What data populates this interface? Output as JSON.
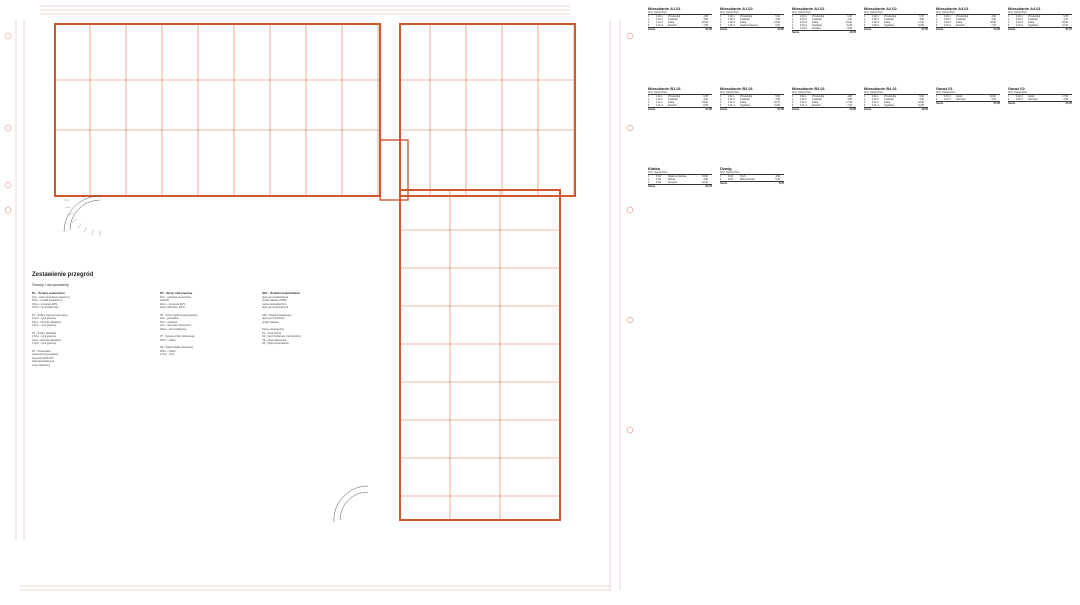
{
  "plan": {
    "legend_title": "Zestawienie przegród",
    "legend_subtitle": "Ściany i stropodachy",
    "legend_columns": [
      {
        "heading": "P1 - Ściany zewnętrzne",
        "lines": [
          "2cm - tynk cementowo-wapienny",
          "25cm - pustak ceramiczny",
          "15cm - styropian EPS",
          "0,5cm - tynk silikonowy",
          "",
          "P2 - Ściany wewnętrzne nośne",
          "1,5cm - tynk gipsowy",
          "24cm - bloczek silikatowy",
          "1,5cm - tynk gipsowy",
          "",
          "P3 - Ściany działowe",
          "1,5cm - tynk gipsowy",
          "12cm - bloczek silikatowy",
          "1,5cm - tynk gipsowy",
          "",
          "P4 - Stropodach",
          "papa termozgrzewalna",
          "styropian EPS 100",
          "folia paroizolacyjna",
          "strop żelbetowy"
        ]
      },
      {
        "heading": "P5 - Strop nad piwnicą",
        "lines": [
          "5cm - wylewka cementowa",
          "folia PE",
          "10cm - styropian EPS",
          "strop żelbetowy 20cm",
          "",
          "P6 - Strop międzykondygnacyjny",
          "2cm - posadzka",
          "5cm - wylewka",
          "4cm - styropian akustyczny",
          "20cm - strop żelbetowy",
          "",
          "P7 - Ściana szybu windowego",
          "25cm - żelbet",
          "",
          "P8 - Ściana klatki schodowej",
          "25cm - żelbet",
          "1,5cm - tynk"
        ]
      },
      {
        "heading": "SZ1 - Ścianki w łazienkach",
        "lines": [
          "płyta g-k wodoodporna",
          "profile stalowe CW50",
          "wełna mineralna 5cm",
          "płyta g-k wodoodporna",
          "",
          "SZ2 - Ścianki instalacyjne",
          "płyta g-k 2x12,5mm",
          "profile stalowe",
          "",
          "Stropy wewnętrzne",
          "S1 - strop Teriva",
          "S2 - strop żelbetowy monolityczny",
          "S3 - płyta balkonowa",
          "S4 - płyta spocznikowa"
        ]
      }
    ]
  },
  "tables": [
    {
      "title": "Mieszkanie A1.01",
      "header": [
        "Pom.",
        "Nazwa",
        "Pow."
      ],
      "rows": [
        [
          "1",
          "1.01.1",
          "Przedpokój",
          "4,95"
        ],
        [
          "2",
          "1.01.2",
          "Łazienka",
          "3,85"
        ],
        [
          "3",
          "1.01.3",
          "Pokój",
          "15,20"
        ],
        [
          "4",
          "1.01.4",
          "Kuchnia",
          "7,60"
        ]
      ],
      "sum": "31,60"
    },
    {
      "title": "Mieszkanie A1.02",
      "header": [
        "Pom.",
        "Nazwa",
        "Pow."
      ],
      "rows": [
        [
          "1",
          "1.02.1",
          "Przedpokój",
          "5,10"
        ],
        [
          "2",
          "1.02.2",
          "Łazienka",
          "4,05"
        ],
        [
          "3",
          "1.02.3",
          "Pokój",
          "14,80"
        ],
        [
          "4",
          "1.02.4",
          "Aneks kuchenny",
          "6,90"
        ]
      ],
      "sum": "30,85"
    },
    {
      "title": "Mieszkanie A2.01",
      "header": [
        "Pom.",
        "Nazwa",
        "Pow."
      ],
      "rows": [
        [
          "1",
          "2.01.1",
          "Przedpokój",
          "6,20"
        ],
        [
          "2",
          "2.01.2",
          "Łazienka",
          "4,10"
        ],
        [
          "3",
          "2.01.3",
          "Pokój",
          "16,40"
        ],
        [
          "4",
          "2.01.4",
          "Sypialnia",
          "11,30"
        ],
        [
          "5",
          "2.01.5",
          "Kuchnia",
          "8,05"
        ]
      ],
      "sum": "46,05"
    },
    {
      "title": "Mieszkanie A2.02",
      "header": [
        "Pom.",
        "Nazwa",
        "Pow."
      ],
      "rows": [
        [
          "1",
          "2.02.1",
          "Przedpokój",
          "5,70"
        ],
        [
          "2",
          "2.02.2",
          "Łazienka",
          "3,90"
        ],
        [
          "3",
          "2.02.3",
          "Pokój",
          "17,10"
        ],
        [
          "4",
          "2.02.4",
          "Sypialnia",
          "10,80"
        ]
      ],
      "sum": "37,50"
    },
    {
      "title": "Mieszkanie A3.01",
      "header": [
        "Pom.",
        "Nazwa",
        "Pow."
      ],
      "rows": [
        [
          "1",
          "3.01.1",
          "Przedpokój",
          "4,60"
        ],
        [
          "2",
          "3.01.2",
          "Łazienka",
          "4,20"
        ],
        [
          "3",
          "3.01.3",
          "Pokój",
          "18,30"
        ],
        [
          "4",
          "3.01.4",
          "Kuchnia",
          "7,40"
        ]
      ],
      "sum": "34,50"
    },
    {
      "title": "Mieszkanie A4.01",
      "header": [
        "Pom.",
        "Nazwa",
        "Pow."
      ],
      "rows": [
        [
          "1",
          "4.01.1",
          "Przedpokój",
          "5,35"
        ],
        [
          "2",
          "4.01.2",
          "Łazienka",
          "3,75"
        ],
        [
          "3",
          "4.01.3",
          "Pokój",
          "15,95"
        ],
        [
          "4",
          "4.01.4",
          "Sypialnia",
          "12,10"
        ]
      ],
      "sum": "37,15"
    },
    {
      "title": "Mieszkanie B1.01",
      "header": [
        "Pom.",
        "Nazwa",
        "Pow."
      ],
      "rows": [
        [
          "1",
          "1.11.1",
          "Przedpokój",
          "6,05"
        ],
        [
          "2",
          "1.11.2",
          "Łazienka",
          "4,40"
        ],
        [
          "3",
          "1.11.3",
          "Pokój",
          "19,20"
        ],
        [
          "4",
          "1.11.4",
          "Kuchnia",
          "8,30"
        ]
      ],
      "sum": "37,95"
    },
    {
      "title": "Mieszkanie B2.01",
      "header": [
        "Pom.",
        "Nazwa",
        "Pow."
      ],
      "rows": [
        [
          "1",
          "2.11.1",
          "Przedpokój",
          "5,50"
        ],
        [
          "2",
          "2.11.2",
          "Łazienka",
          "3,95"
        ],
        [
          "3",
          "2.11.3",
          "Pokój",
          "16,75"
        ],
        [
          "4",
          "2.11.4",
          "Sypialnia",
          "11,60"
        ]
      ],
      "sum": "37,80"
    },
    {
      "title": "Mieszkanie B3.01",
      "header": [
        "Pom.",
        "Nazwa",
        "Pow."
      ],
      "rows": [
        [
          "1",
          "3.11.1",
          "Przedpokój",
          "4,85"
        ],
        [
          "2",
          "3.11.2",
          "Łazienka",
          "4,00"
        ],
        [
          "3",
          "3.11.3",
          "Pokój",
          "17,45"
        ],
        [
          "4",
          "3.11.4",
          "Kuchnia",
          "7,20"
        ]
      ],
      "sum": "33,50"
    },
    {
      "title": "Mieszkanie B4.01",
      "header": [
        "Pom.",
        "Nazwa",
        "Pow."
      ],
      "rows": [
        [
          "1",
          "4.11.1",
          "Przedpokój",
          "5,90"
        ],
        [
          "2",
          "4.11.2",
          "Łazienka",
          "4,15"
        ],
        [
          "3",
          "4.11.3",
          "Pokój",
          "18,60"
        ],
        [
          "4",
          "4.11.4",
          "Sypialnia",
          "10,95"
        ]
      ],
      "sum": "39,60"
    },
    {
      "title": "Garaż 01",
      "header": [
        "Pom.",
        "Nazwa",
        "Pow."
      ],
      "rows": [
        [
          "1",
          "0.01.1",
          "Garaż",
          "18,40"
        ],
        [
          "2",
          "0.01.2",
          "Komórka",
          "3,20"
        ]
      ],
      "sum": "21,60"
    },
    {
      "title": "Garaż 02",
      "header": [
        "Pom.",
        "Nazwa",
        "Pow."
      ],
      "rows": [
        [
          "1",
          "0.02.1",
          "Garaż",
          "17,90"
        ],
        [
          "2",
          "0.02.2",
          "Komórka",
          "3,35"
        ]
      ],
      "sum": "21,25"
    },
    {
      "title": "Klatka",
      "header": [
        "Pom.",
        "Nazwa",
        "Pow."
      ],
      "rows": [
        [
          "1",
          "K.01",
          "Klatka schodowa",
          "24,60"
        ],
        [
          "2",
          "K.02",
          "Winda",
          "4,80"
        ],
        [
          "3",
          "K.03",
          "Korytarz",
          "32,15"
        ]
      ],
      "sum": "61,55"
    },
    {
      "title": "Dźwig",
      "header": [
        "Pom.",
        "Nazwa",
        "Pow."
      ],
      "rows": [
        [
          "1",
          "D.01",
          "Szyb",
          "3,60"
        ],
        [
          "2",
          "D.02",
          "Maszynownia",
          "5,10"
        ]
      ],
      "sum": "8,70"
    }
  ]
}
